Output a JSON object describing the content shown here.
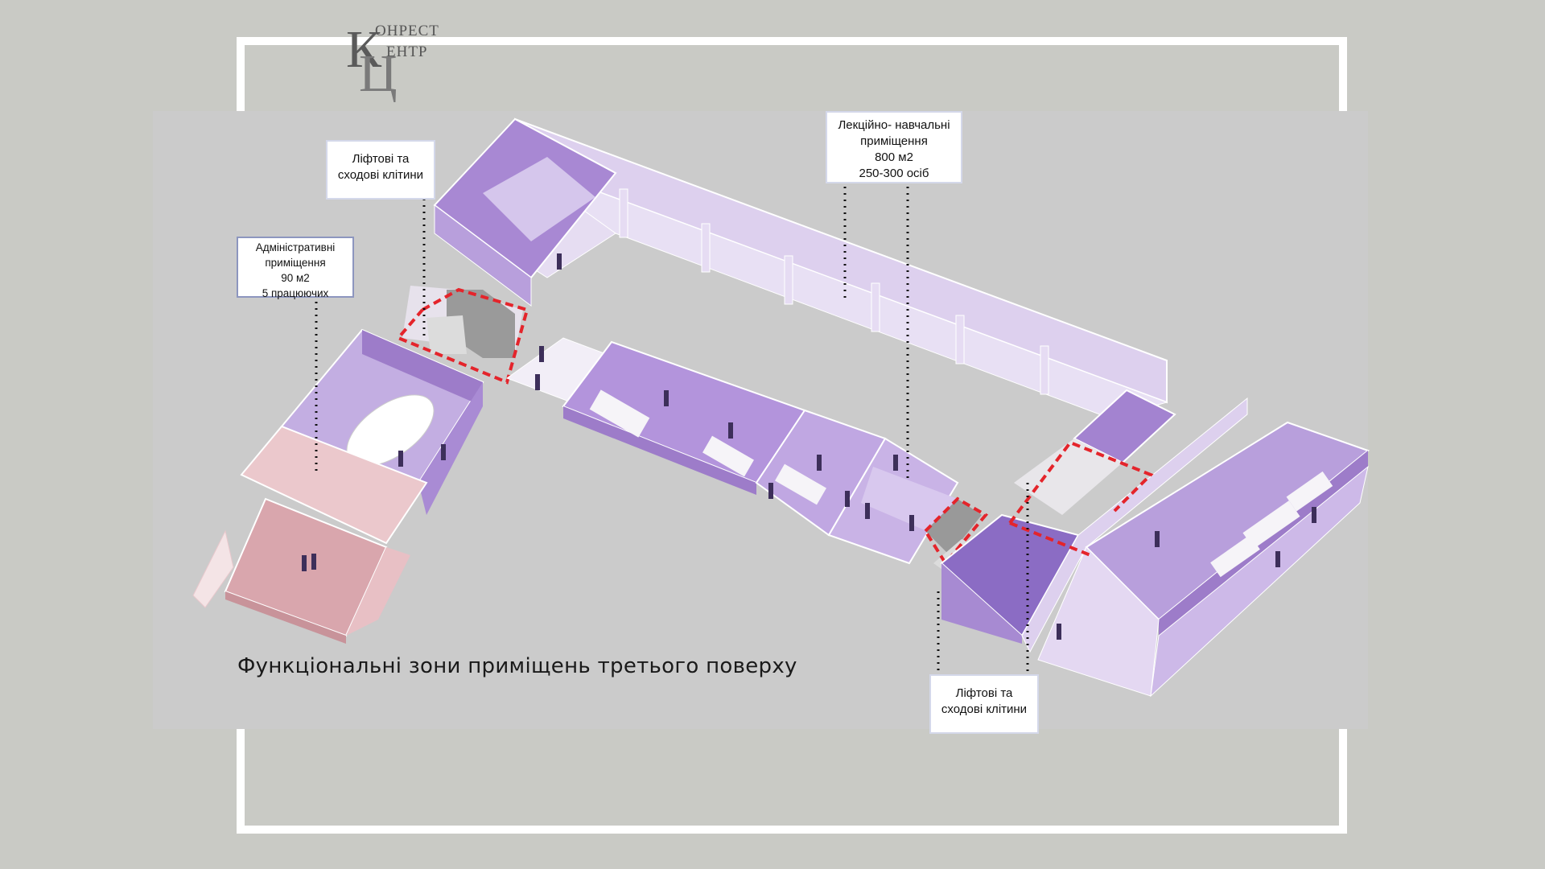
{
  "logo": {
    "line1": "ОНРЕСТ",
    "line2": "ЕНТР",
    "mark1": "К",
    "mark2": "Ц"
  },
  "labels": {
    "lifts_top": "Ліфтові та\nсходові клітини",
    "admin": "Адміністративні\nприміщення\n90 м2\n5 працюючих",
    "lecture": "Лекційно- навчальні\nприміщення\n800 м2\n250-300 осіб",
    "lifts_bottom": "Ліфтові та\nсходові клітини"
  },
  "caption": "Функціональні зони приміщень третього поверху",
  "colors": {
    "background": "#c9cac5",
    "panel": "#cbcbcb",
    "frame": "#ffffff",
    "purple_dark": "#9d7cc9",
    "purple_mid": "#b89fdc",
    "purple_light": "#ddd0ee",
    "pink": "#d9a6ad",
    "pink_light": "#ebc8cc",
    "stairs_outline": "#e4242b"
  }
}
